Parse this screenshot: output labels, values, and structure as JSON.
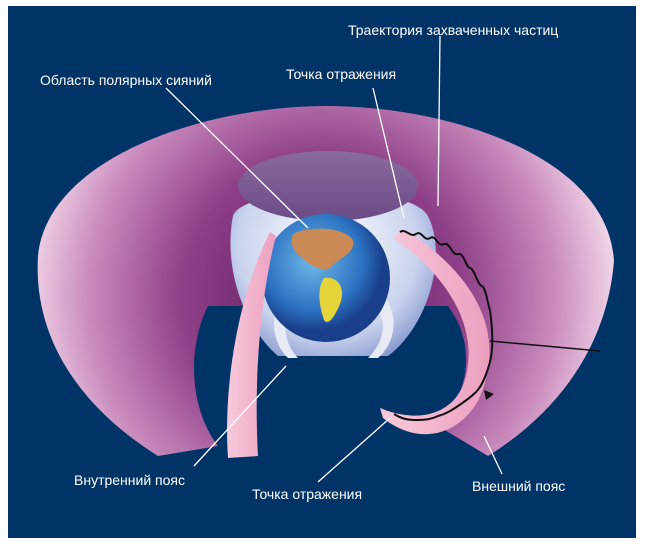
{
  "labels": {
    "trajectory": "Траектория захваченных частиц",
    "aurora_region": "Область полярных сияний",
    "mirror_point_top": "Точка отражения",
    "inner_belt": "Внутренний пояс",
    "mirror_point_bottom": "Точка отражения",
    "outer_belt": "Внешний пояс"
  },
  "colors": {
    "background": "#003366",
    "magnetosphere_edge": "#f3d6ea",
    "magnetosphere_mid": "#a8589a",
    "magnetosphere_inner": "#6a1f66",
    "belt_fill": "#f2b3cb",
    "polar_cap": "#7f5a91",
    "leader_lines": "#ffffff"
  }
}
